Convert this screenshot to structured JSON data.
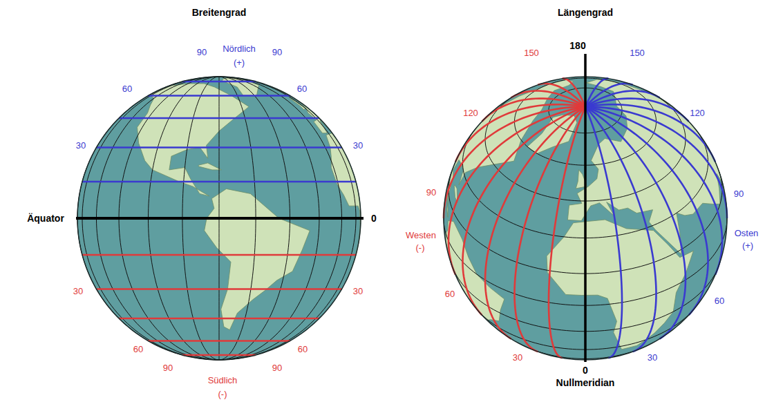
{
  "diagram": {
    "labels": [
      "Breitengrad",
      "Nördlich",
      "(+)",
      "90",
      "90",
      "60",
      "60",
      "30",
      "30",
      "Äquator",
      "0",
      "30",
      "30",
      "60",
      "60",
      "90",
      "90",
      "Südlich",
      "(-)",
      "Längengrad",
      "180",
      "150",
      "150",
      "120",
      "120",
      "90",
      "90",
      "Westen",
      "(-)",
      "Osten",
      "(+)",
      "60",
      "60",
      "30",
      "30",
      "0",
      "Nullmeridian"
    ]
  }
}
